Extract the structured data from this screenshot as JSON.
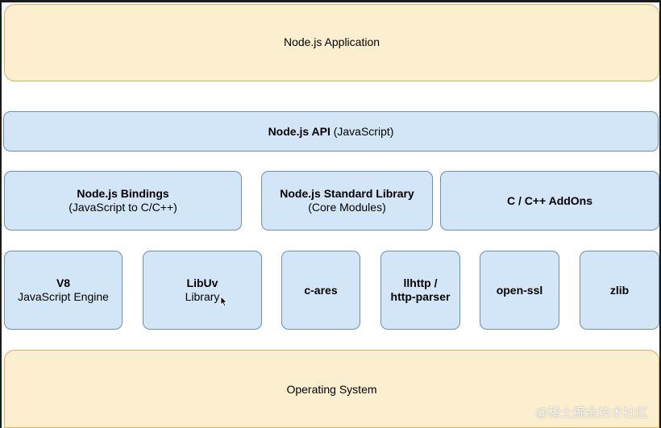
{
  "diagram": {
    "application": {
      "label": "Node.js Application"
    },
    "api": {
      "title": "Node.js API",
      "subtitle": "(JavaScript)"
    },
    "middle_layer": [
      {
        "title": "Node.js Bindings",
        "subtitle": "(JavaScript to C/C++)"
      },
      {
        "title": "Node.js Standard Library",
        "subtitle": "(Core Modules)"
      },
      {
        "title": "C / C++ AddOns"
      }
    ],
    "dependencies": {
      "v8": {
        "title": "V8",
        "subtitle": "JavaScript Engine"
      },
      "libuv": {
        "title": "LibUv",
        "subtitle": "Library"
      },
      "cares": {
        "title": "c-ares"
      },
      "llhttp": {
        "title_line1": "llhttp /",
        "title_line2": "http-parser"
      },
      "openssl": {
        "title": "open-ssl"
      },
      "zlib": {
        "title": "zlib"
      }
    },
    "os": {
      "label": "Operating System"
    }
  },
  "watermark": {
    "text": "@稀土掘金技术社区"
  },
  "colors": {
    "application_fill": "#fcefcf",
    "application_border": "#d9b25c",
    "layer_fill": "#d3e6f8",
    "layer_border": "#6d8fb5",
    "text": "#000000"
  },
  "icons": {
    "cursor": "mouse-pointer-icon"
  }
}
